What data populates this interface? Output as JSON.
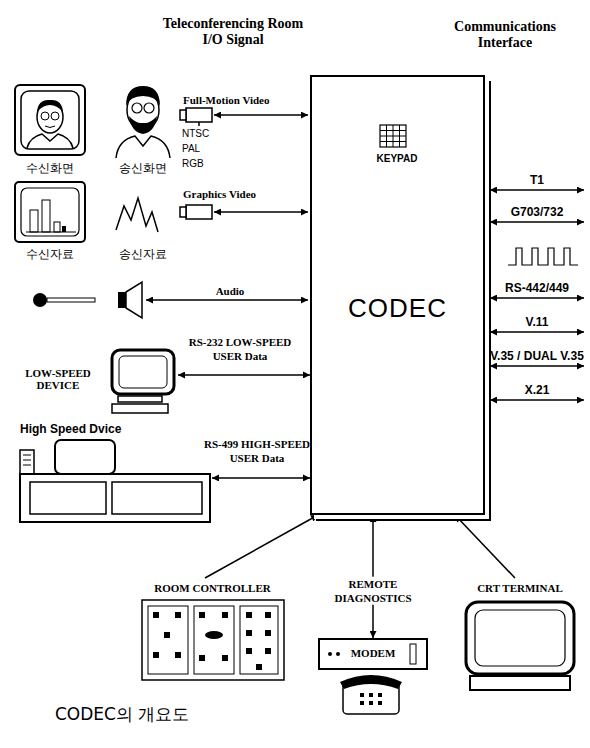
{
  "diagram": {
    "caption": "CODEC의 개요도",
    "nodes": [
      {
        "text": [
          "CODEC"
        ]
      },
      {
        "text": [
          "KEYPAD"
        ],
        "in": 0
      },
      {
        "text": [
          "LOW-SPEED DEVICE"
        ]
      },
      {
        "text": [
          "High Speed Dvice"
        ]
      },
      {
        "text": [
          "ROOM CONTROLLER"
        ]
      },
      {
        "text": [
          "MODEM"
        ]
      },
      {
        "text": [
          "CRT TERMINAL"
        ]
      }
    ],
    "edges": [
      {
        "from": 2,
        "to": 0,
        "label": "RS-232 LOW-SPEED USER Data",
        "arrow": "both"
      },
      {
        "from": 3,
        "to": 0,
        "label": "RS-499 HIGH-SPEED USER Data",
        "arrow": "both"
      },
      {
        "from": 4,
        "to": 0,
        "arrow": "to"
      },
      {
        "from": 5,
        "to": 0,
        "label": "REMOTE DIAGNOSTICS",
        "arrow": "both"
      },
      {
        "from": 6,
        "to": 0,
        "arrow": "to"
      }
    ],
    "labels": [
      "Teleconferencing Room I/O Signal",
      "Communications Interface",
      "수신화면",
      "송신화면",
      "Full-Motion Video",
      "NTSC",
      "PAL",
      "RGB",
      "수신자료",
      "송신자료",
      "Graphics Video",
      "Audio",
      "T1",
      "G703/732",
      "RS-442/449",
      "V.11",
      "V.35 / DUAL V.35",
      "X.21"
    ]
  }
}
